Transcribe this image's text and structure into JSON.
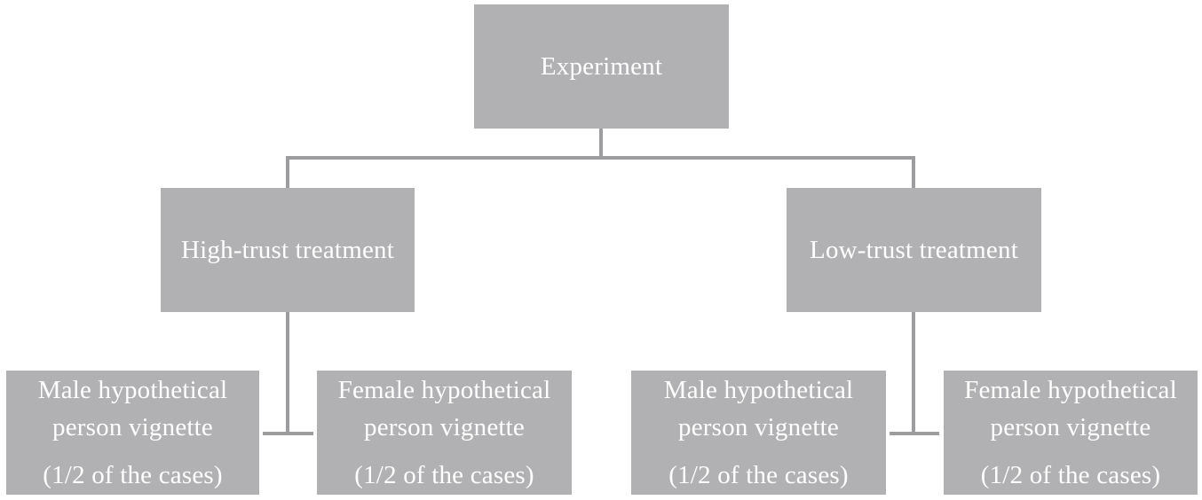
{
  "diagram": {
    "colors": {
      "box_fill": "#b1b1b3",
      "box_text": "#ffffff",
      "connector": "#9d9d9f",
      "background": "#ffffff"
    },
    "root": {
      "label": "Experiment"
    },
    "treatments": [
      {
        "label": "High-trust treatment",
        "vignettes": [
          {
            "line1": "Male hypothetical",
            "line2": "person vignette",
            "share": "(1/2 of the cases)"
          },
          {
            "line1": "Female hypothetical",
            "line2": "person vignette",
            "share": "(1/2 of the cases)"
          }
        ]
      },
      {
        "label": "Low-trust treatment",
        "vignettes": [
          {
            "line1": "Male hypothetical",
            "line2": "person vignette",
            "share": "(1/2 of the cases)"
          },
          {
            "line1": "Female hypothetical",
            "line2": "person vignette",
            "share": "(1/2 of the cases)"
          }
        ]
      }
    ]
  }
}
